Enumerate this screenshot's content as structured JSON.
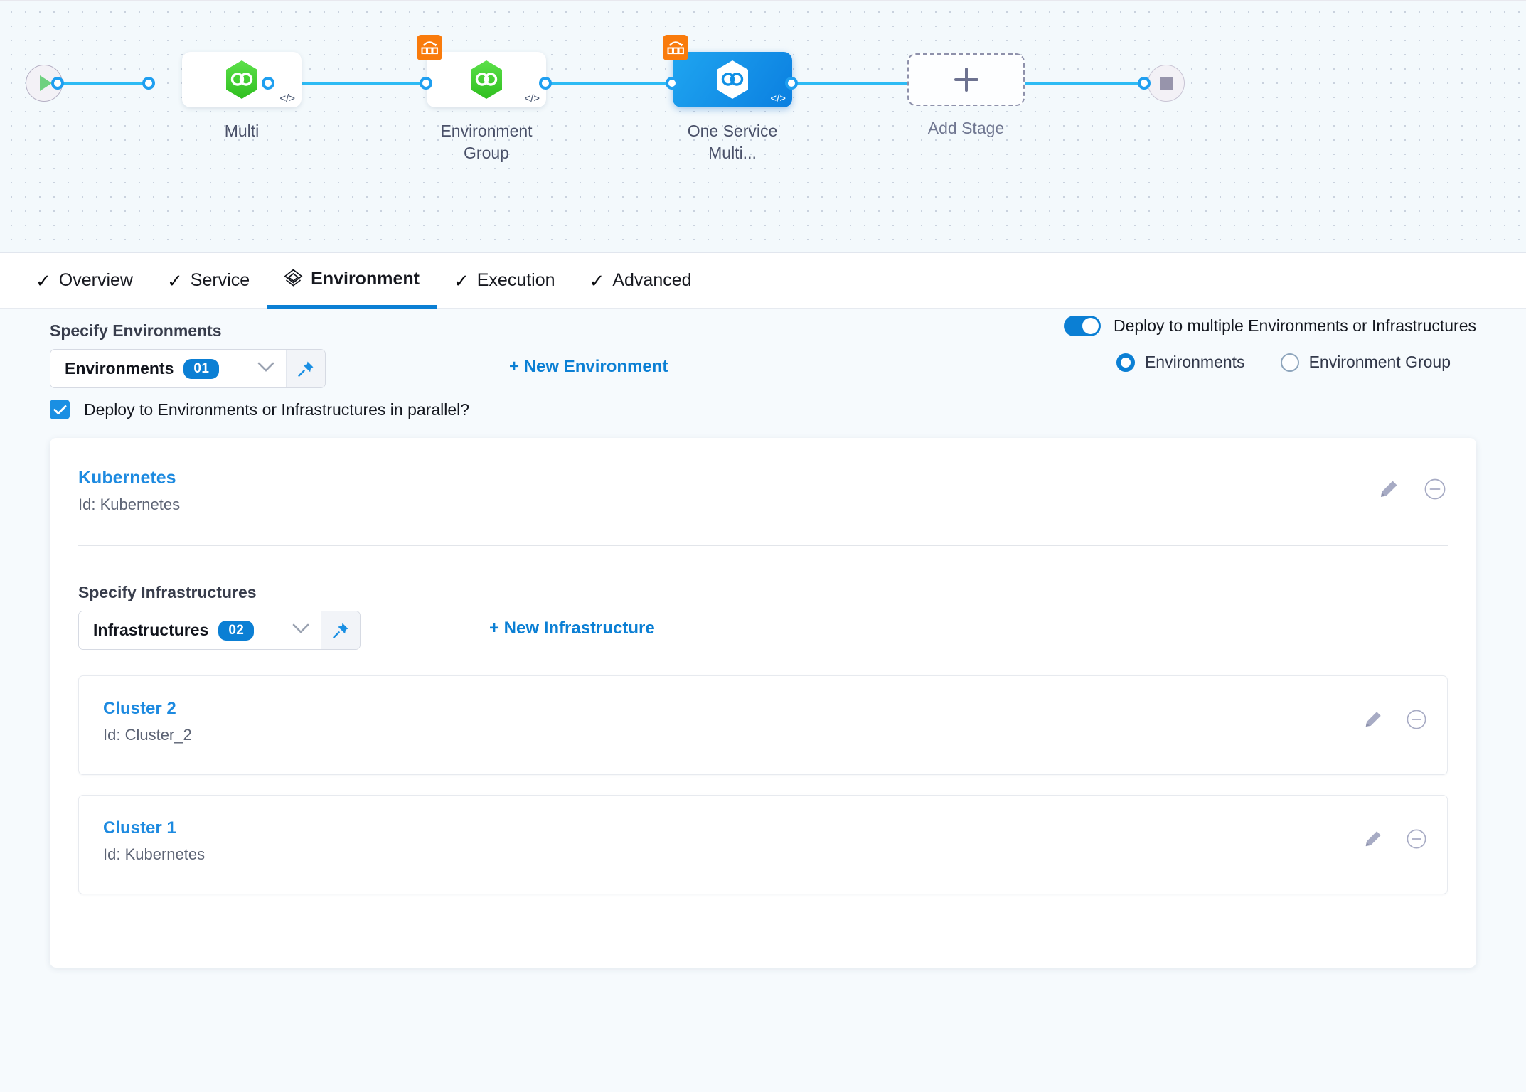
{
  "pipeline": {
    "start_node": "start-node",
    "end_node": "end-node",
    "stages": [
      {
        "label": "Multi",
        "icon": "harness-hex-icon",
        "selected": false,
        "matrix": false
      },
      {
        "label": "Environment\nGroup",
        "icon": "harness-hex-icon",
        "selected": false,
        "matrix": true
      },
      {
        "label": "One Service\nMulti...",
        "icon": "harness-hex-icon",
        "selected": true,
        "matrix": true
      }
    ],
    "add_stage_label": "Add Stage",
    "wire_color": "#2dbbf4"
  },
  "tabs": [
    {
      "label": "Overview",
      "icon": "check-icon",
      "active": false
    },
    {
      "label": "Service",
      "icon": "check-icon",
      "active": false
    },
    {
      "label": "Environment",
      "icon": "layers-icon",
      "active": true
    },
    {
      "label": "Execution",
      "icon": "check-icon",
      "active": false
    },
    {
      "label": "Advanced",
      "icon": "check-icon",
      "active": false
    }
  ],
  "environments": {
    "section_label": "Specify Environments",
    "dropdown_text": "Environments",
    "dropdown_count": "01",
    "new_link": "+ New Environment",
    "multi_toggle_label": "Deploy to multiple Environments or Infrastructures",
    "multi_toggle_on": true,
    "radio_options": [
      {
        "label": "Environments",
        "selected": true
      },
      {
        "label": "Environment Group",
        "selected": false
      }
    ],
    "parallel_checkbox_label": "Deploy to Environments or Infrastructures in parallel?",
    "parallel_checked": true,
    "entity": {
      "name": "Kubernetes",
      "id": "Id: Kubernetes",
      "edit_icon": "pencil-icon",
      "remove_icon": "minus-circle-icon"
    }
  },
  "infrastructures": {
    "section_label": "Specify Infrastructures",
    "dropdown_text": "Infrastructures",
    "dropdown_count": "02",
    "new_link": "+ New Infrastructure",
    "items": [
      {
        "name": "Cluster 2",
        "id": "Id: Cluster_2"
      },
      {
        "name": "Cluster 1",
        "id": "Id: Kubernetes"
      }
    ]
  },
  "colors": {
    "accent": "#0b7fd4",
    "link": "#1d8ae0",
    "wire": "#2dbbf4",
    "matrix_badge": "#f97b0c",
    "stage_selected": "#0b7fe0",
    "hex_green": "#43c628"
  }
}
